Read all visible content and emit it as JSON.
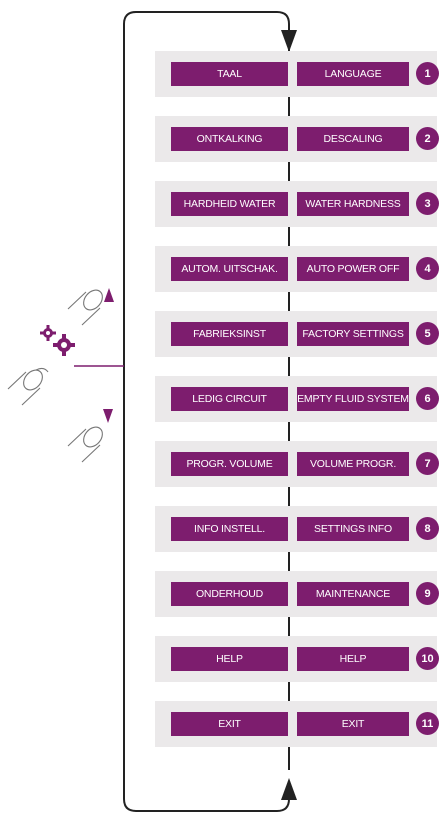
{
  "menu": {
    "items": [
      {
        "nl": "TAAL",
        "en": "LANGUAGE",
        "num": "1"
      },
      {
        "nl": "ONTKALKING",
        "en": "DESCALING",
        "num": "2"
      },
      {
        "nl": "HARDHEID WATER",
        "en": "WATER HARDNESS",
        "num": "3"
      },
      {
        "nl": "AUTOM. UITSCHAK.",
        "en": "AUTO POWER OFF",
        "num": "4"
      },
      {
        "nl": "FABRIEKSINST",
        "en": "FACTORY SETTINGS",
        "num": "5"
      },
      {
        "nl": "LEDIG CIRCUIT",
        "en": "EMPTY FLUID SYSTEM",
        "num": "6"
      },
      {
        "nl": "PROGR. VOLUME",
        "en": "VOLUME PROGR.",
        "num": "7"
      },
      {
        "nl": "INFO INSTELL.",
        "en": "SETTINGS INFO",
        "num": "8"
      },
      {
        "nl": "ONDERHOUD",
        "en": "MAINTENANCE",
        "num": "9"
      },
      {
        "nl": "HELP",
        "en": "HELP",
        "num": "10"
      },
      {
        "nl": "EXIT",
        "en": "EXIT",
        "num": "11"
      }
    ]
  },
  "colors": {
    "accent": "#7d1d6e",
    "row_background": "#ebe9ea",
    "line": "#222222"
  },
  "icons": [
    "finger-up-icon",
    "gear-icon",
    "finger-press-icon",
    "finger-down-icon",
    "arrow-up-icon",
    "arrow-down-icon"
  ]
}
